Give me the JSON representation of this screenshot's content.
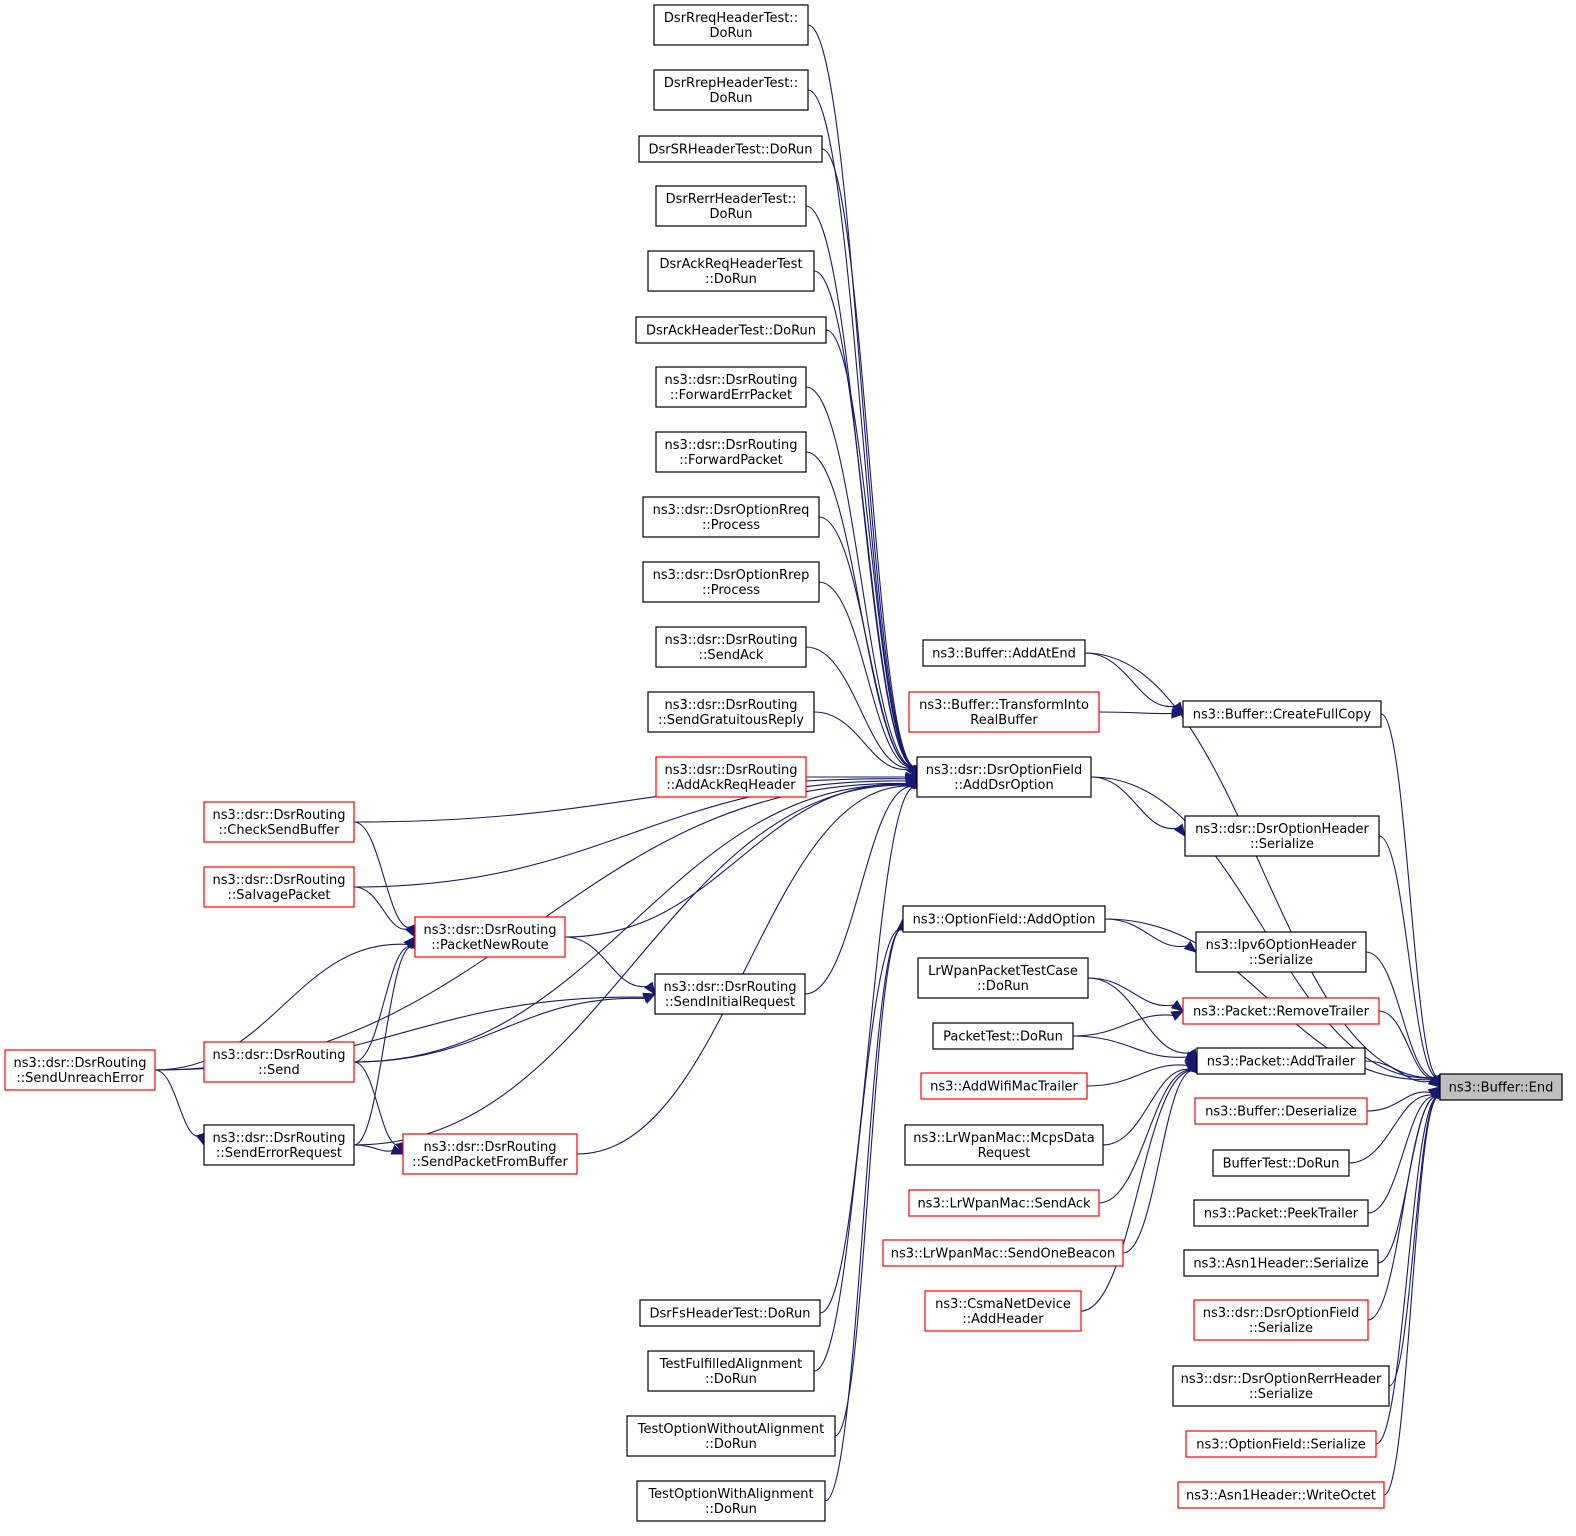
{
  "colors": {
    "edge": "#191970",
    "border_normal": "#000000",
    "border_truncated": "#ff0000",
    "focus_fill": "#bfbfbf"
  },
  "graph": {
    "focus_node": "end",
    "nodes": [
      {
        "id": "end",
        "lines": [
          "ns3::Buffer::End"
        ],
        "style": "focus"
      },
      {
        "id": "rreqtest",
        "lines": [
          "DsrRreqHeaderTest::",
          "DoRun"
        ],
        "style": "normal"
      },
      {
        "id": "reptest",
        "lines": [
          "DsrRrepHeaderTest::",
          "DoRun"
        ],
        "style": "normal"
      },
      {
        "id": "srtest",
        "lines": [
          "DsrSRHeaderTest::DoRun"
        ],
        "style": "normal"
      },
      {
        "id": "errtest",
        "lines": [
          "DsrRerrHeaderTest::",
          "DoRun"
        ],
        "style": "normal"
      },
      {
        "id": "ackreqtest",
        "lines": [
          "DsrAckReqHeaderTest",
          "::DoRun"
        ],
        "style": "normal"
      },
      {
        "id": "acktest",
        "lines": [
          "DsrAckHeaderTest::DoRun"
        ],
        "style": "normal"
      },
      {
        "id": "fwderr",
        "lines": [
          "ns3::dsr::DsrRouting",
          "::ForwardErrPacket"
        ],
        "style": "normal"
      },
      {
        "id": "fwdpkt",
        "lines": [
          "ns3::dsr::DsrRouting",
          "::ForwardPacket"
        ],
        "style": "normal"
      },
      {
        "id": "optrreq",
        "lines": [
          "ns3::dsr::DsrOptionRreq",
          "::Process"
        ],
        "style": "normal"
      },
      {
        "id": "optrrep",
        "lines": [
          "ns3::dsr::DsrOptionRrep",
          "::Process"
        ],
        "style": "normal"
      },
      {
        "id": "sendack",
        "lines": [
          "ns3::dsr::DsrRouting",
          "::SendAck"
        ],
        "style": "normal"
      },
      {
        "id": "gratuitous",
        "lines": [
          "ns3::dsr::DsrRouting",
          "::SendGratuitousReply"
        ],
        "style": "normal"
      },
      {
        "id": "ackreqhdr",
        "lines": [
          "ns3::dsr::DsrRouting",
          "::AddAckReqHeader"
        ],
        "style": "truncated"
      },
      {
        "id": "checksend",
        "lines": [
          "ns3::dsr::DsrRouting",
          "::CheckSendBuffer"
        ],
        "style": "truncated"
      },
      {
        "id": "salvage",
        "lines": [
          "ns3::dsr::DsrRouting",
          "::SalvagePacket"
        ],
        "style": "truncated"
      },
      {
        "id": "pktnewroute",
        "lines": [
          "ns3::dsr::DsrRouting",
          "::PacketNewRoute"
        ],
        "style": "truncated"
      },
      {
        "id": "sendunreach",
        "lines": [
          "ns3::dsr::DsrRouting",
          "::SendUnreachError"
        ],
        "style": "truncated"
      },
      {
        "id": "sendinitial",
        "lines": [
          "ns3::dsr::DsrRouting",
          "::SendInitialRequest"
        ],
        "style": "normal"
      },
      {
        "id": "send",
        "lines": [
          "ns3::dsr::DsrRouting",
          "::Send"
        ],
        "style": "truncated"
      },
      {
        "id": "senderrreq",
        "lines": [
          "ns3::dsr::DsrRouting",
          "::SendErrorRequest"
        ],
        "style": "normal"
      },
      {
        "id": "sendfrombuf",
        "lines": [
          "ns3::dsr::DsrRouting",
          "::SendPacketFromBuffer"
        ],
        "style": "truncated"
      },
      {
        "id": "fstest",
        "lines": [
          "DsrFsHeaderTest::DoRun"
        ],
        "style": "normal"
      },
      {
        "id": "fulfilled",
        "lines": [
          "TestFulfilledAlignment",
          "::DoRun"
        ],
        "style": "normal"
      },
      {
        "id": "withoutalign",
        "lines": [
          "TestOptionWithoutAlignment",
          "::DoRun"
        ],
        "style": "normal"
      },
      {
        "id": "withalign",
        "lines": [
          "TestOptionWithAlignment",
          "::DoRun"
        ],
        "style": "normal"
      },
      {
        "id": "addatend",
        "lines": [
          "ns3::Buffer::AddAtEnd"
        ],
        "style": "normal"
      },
      {
        "id": "transform",
        "lines": [
          "ns3::Buffer::TransformInto",
          "RealBuffer"
        ],
        "style": "truncated"
      },
      {
        "id": "adddsropt",
        "lines": [
          "ns3::dsr::DsrOptionField",
          "::AddDsrOption"
        ],
        "style": "normal"
      },
      {
        "id": "addoption",
        "lines": [
          "ns3::OptionField::AddOption"
        ],
        "style": "normal"
      },
      {
        "id": "lrwpantest",
        "lines": [
          "LrWpanPacketTestCase",
          "::DoRun"
        ],
        "style": "normal"
      },
      {
        "id": "packettest",
        "lines": [
          "PacketTest::DoRun"
        ],
        "style": "normal"
      },
      {
        "id": "wifitrailer",
        "lines": [
          "ns3::AddWifiMacTrailer"
        ],
        "style": "truncated"
      },
      {
        "id": "mcpsdata",
        "lines": [
          "ns3::LrWpanMac::McpsData",
          "Request"
        ],
        "style": "normal"
      },
      {
        "id": "lrsendack",
        "lines": [
          "ns3::LrWpanMac::SendAck"
        ],
        "style": "truncated"
      },
      {
        "id": "beacon",
        "lines": [
          "ns3::LrWpanMac::SendOneBeacon"
        ],
        "style": "truncated"
      },
      {
        "id": "csma",
        "lines": [
          "ns3::CsmaNetDevice",
          "::AddHeader"
        ],
        "style": "truncated"
      },
      {
        "id": "fullcopy",
        "lines": [
          "ns3::Buffer::CreateFullCopy"
        ],
        "style": "normal"
      },
      {
        "id": "dsrhdr",
        "lines": [
          "ns3::dsr::DsrOptionHeader",
          "::Serialize"
        ],
        "style": "normal"
      },
      {
        "id": "ipv6hdr",
        "lines": [
          "ns3::Ipv6OptionHeader",
          "::Serialize"
        ],
        "style": "normal"
      },
      {
        "id": "rmtrailer",
        "lines": [
          "ns3::Packet::RemoveTrailer"
        ],
        "style": "truncated"
      },
      {
        "id": "addtrailer",
        "lines": [
          "ns3::Packet::AddTrailer"
        ],
        "style": "normal"
      },
      {
        "id": "deserialize",
        "lines": [
          "ns3::Buffer::Deserialize"
        ],
        "style": "truncated"
      },
      {
        "id": "buftest",
        "lines": [
          "BufferTest::DoRun"
        ],
        "style": "normal"
      },
      {
        "id": "peektrailer",
        "lines": [
          "ns3::Packet::PeekTrailer"
        ],
        "style": "normal"
      },
      {
        "id": "asn1ser",
        "lines": [
          "ns3::Asn1Header::Serialize"
        ],
        "style": "normal"
      },
      {
        "id": "dsrfieldser",
        "lines": [
          "ns3::dsr::DsrOptionField",
          "::Serialize"
        ],
        "style": "truncated"
      },
      {
        "id": "rerrser",
        "lines": [
          "ns3::dsr::DsrOptionRerrHeader",
          "::Serialize"
        ],
        "style": "normal"
      },
      {
        "id": "optfieldser",
        "lines": [
          "ns3::OptionField::Serialize"
        ],
        "style": "truncated"
      },
      {
        "id": "writeoctet",
        "lines": [
          "ns3::Asn1Header::WriteOctet"
        ],
        "style": "truncated"
      }
    ],
    "edges": [
      [
        "addatend",
        "end"
      ],
      [
        "fullcopy",
        "end"
      ],
      [
        "adddsropt",
        "end"
      ],
      [
        "dsrhdr",
        "end"
      ],
      [
        "addoption",
        "end"
      ],
      [
        "ipv6hdr",
        "end"
      ],
      [
        "rmtrailer",
        "end"
      ],
      [
        "addtrailer",
        "end"
      ],
      [
        "deserialize",
        "end"
      ],
      [
        "buftest",
        "end"
      ],
      [
        "peektrailer",
        "end"
      ],
      [
        "asn1ser",
        "end"
      ],
      [
        "dsrfieldser",
        "end"
      ],
      [
        "rerrser",
        "end"
      ],
      [
        "optfieldser",
        "end"
      ],
      [
        "writeoctet",
        "end"
      ],
      [
        "addatend",
        "fullcopy"
      ],
      [
        "transform",
        "fullcopy"
      ],
      [
        "adddsropt",
        "dsrhdr"
      ],
      [
        "addoption",
        "ipv6hdr"
      ],
      [
        "lrwpantest",
        "rmtrailer"
      ],
      [
        "packettest",
        "rmtrailer"
      ],
      [
        "lrwpantest",
        "addtrailer"
      ],
      [
        "packettest",
        "addtrailer"
      ],
      [
        "wifitrailer",
        "addtrailer"
      ],
      [
        "mcpsdata",
        "addtrailer"
      ],
      [
        "lrsendack",
        "addtrailer"
      ],
      [
        "beacon",
        "addtrailer"
      ],
      [
        "csma",
        "addtrailer"
      ],
      [
        "rreqtest",
        "adddsropt"
      ],
      [
        "reptest",
        "adddsropt"
      ],
      [
        "srtest",
        "adddsropt"
      ],
      [
        "errtest",
        "adddsropt"
      ],
      [
        "ackreqtest",
        "adddsropt"
      ],
      [
        "acktest",
        "adddsropt"
      ],
      [
        "fwderr",
        "adddsropt"
      ],
      [
        "fwdpkt",
        "adddsropt"
      ],
      [
        "optrreq",
        "adddsropt"
      ],
      [
        "optrrep",
        "adddsropt"
      ],
      [
        "sendack",
        "adddsropt"
      ],
      [
        "gratuitous",
        "adddsropt"
      ],
      [
        "ackreqhdr",
        "adddsropt"
      ],
      [
        "checksend",
        "adddsropt"
      ],
      [
        "salvage",
        "adddsropt"
      ],
      [
        "pktnewroute",
        "adddsropt"
      ],
      [
        "sendinitial",
        "adddsropt"
      ],
      [
        "send",
        "adddsropt"
      ],
      [
        "senderrreq",
        "adddsropt"
      ],
      [
        "sendfrombuf",
        "adddsropt"
      ],
      [
        "sendunreach",
        "adddsropt"
      ],
      [
        "fstest",
        "adddsropt"
      ],
      [
        "fulfilled",
        "addoption"
      ],
      [
        "withoutalign",
        "addoption"
      ],
      [
        "withalign",
        "addoption"
      ],
      [
        "checksend",
        "pktnewroute"
      ],
      [
        "salvage",
        "pktnewroute"
      ],
      [
        "sendunreach",
        "pktnewroute"
      ],
      [
        "send",
        "pktnewroute"
      ],
      [
        "senderrreq",
        "pktnewroute"
      ],
      [
        "pktnewroute",
        "sendinitial"
      ],
      [
        "sendunreach",
        "sendinitial"
      ],
      [
        "send",
        "sendinitial"
      ],
      [
        "sendunreach",
        "senderrreq"
      ],
      [
        "send",
        "sendfrombuf"
      ],
      [
        "senderrreq",
        "sendfrombuf"
      ]
    ]
  }
}
